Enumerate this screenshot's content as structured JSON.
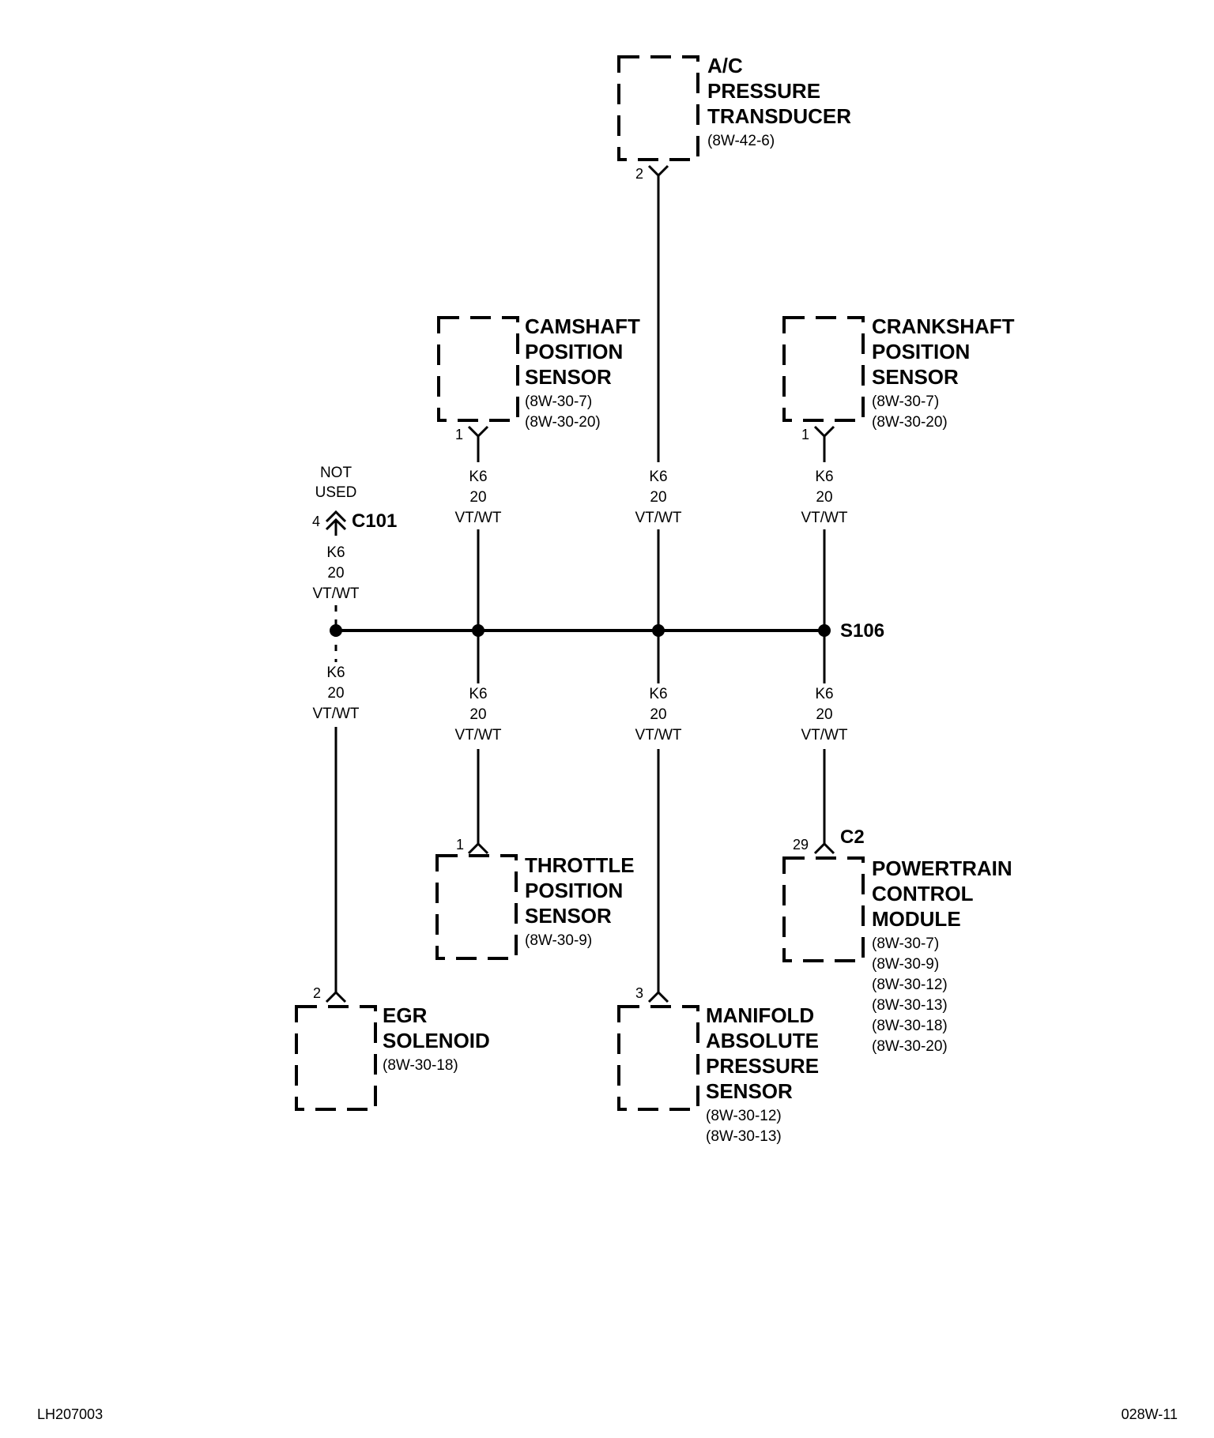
{
  "components": {
    "ac_transducer": {
      "lines": [
        "A/C",
        "PRESSURE",
        "TRANSDUCER"
      ],
      "refs": [
        "(8W-42-6)"
      ],
      "pin": "2"
    },
    "camshaft_sensor": {
      "lines": [
        "CAMSHAFT",
        "POSITION",
        "SENSOR"
      ],
      "refs": [
        "(8W-30-7)",
        "(8W-30-20)"
      ],
      "pin": "1"
    },
    "crankshaft_sensor": {
      "lines": [
        "CRANKSHAFT",
        "POSITION",
        "SENSOR"
      ],
      "refs": [
        "(8W-30-7)",
        "(8W-30-20)"
      ],
      "pin": "1"
    },
    "throttle_sensor": {
      "lines": [
        "THROTTLE",
        "POSITION",
        "SENSOR"
      ],
      "refs": [
        "(8W-30-9)"
      ],
      "pin": "1"
    },
    "pcm": {
      "lines": [
        "POWERTRAIN",
        "CONTROL",
        "MODULE"
      ],
      "refs": [
        "(8W-30-7)",
        "(8W-30-9)",
        "(8W-30-12)",
        "(8W-30-13)",
        "(8W-30-18)",
        "(8W-30-20)"
      ],
      "pin": "29",
      "connector": "C2"
    },
    "egr_solenoid": {
      "lines": [
        "EGR",
        "SOLENOID"
      ],
      "refs": [
        "(8W-30-18)"
      ],
      "pin": "2"
    },
    "map_sensor": {
      "lines": [
        "MANIFOLD",
        "ABSOLUTE",
        "PRESSURE",
        "SENSOR"
      ],
      "refs": [
        "(8W-30-12)",
        "(8W-30-13)"
      ],
      "pin": "3"
    }
  },
  "wire": {
    "circuit": "K6",
    "gauge": "20",
    "color": "VT/WT"
  },
  "connector_c101": {
    "pin": "4",
    "name": "C101",
    "note": [
      "NOT",
      "USED"
    ]
  },
  "splice": {
    "name": "S106"
  },
  "footer": {
    "left": "LH207003",
    "right": "028W-11"
  }
}
